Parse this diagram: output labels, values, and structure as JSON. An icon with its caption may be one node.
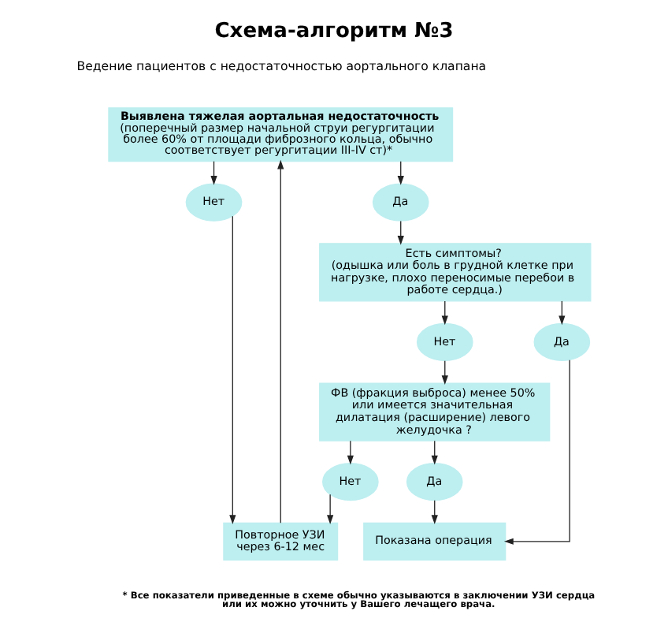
{
  "diagram": {
    "title": "Схема-алгоритм №3",
    "caption": "* Все показатели приведенные в схеме обычно указываются в заключении УЗИ сердца или их можно уточнить у Вашего лечащего врача.",
    "nodes": [
      {
        "text": [
          "Выявлена тяжелая аортальная недостаточность",
          "(поперечный размер начальной струи регургитации более 60% от площади фиброзного кольца, обычно соответствует регургитации III-IV ст)*"
        ]
      },
      {
        "text": [
          "Нет"
        ]
      },
      {
        "text": [
          "Да"
        ]
      },
      {
        "text": [
          "Есть симптомы?",
          "(одышка или боль в грудной клетке при нагрузке, плохо переносимые перебои в работе сердца.)"
        ]
      },
      {
        "text": [
          "Нет"
        ]
      },
      {
        "text": [
          "Да"
        ]
      },
      {
        "text": [
          "ФВ (фракция выброса) менее 50% или имеется значительная дилатация (расширение) левого желудочка ?"
        ]
      },
      {
        "text": [
          "Нет"
        ]
      },
      {
        "text": [
          "Да"
        ]
      },
      {
        "text": [
          "Повторное УЗИ через 6-12 мес"
        ]
      },
      {
        "text": [
          "Показана операция"
        ]
      }
    ],
    "edges": [
      {
        "from": 0,
        "to": 1,
        "arrow": "to"
      },
      {
        "from": 0,
        "to": 2,
        "arrow": "to"
      },
      {
        "from": 1,
        "to": 9,
        "arrow": "to"
      },
      {
        "from": 2,
        "to": 3,
        "arrow": "to"
      },
      {
        "from": 3,
        "to": 4,
        "arrow": "to"
      },
      {
        "from": 3,
        "to": 5,
        "arrow": "to"
      },
      {
        "from": 4,
        "to": 6,
        "arrow": "to"
      },
      {
        "from": 5,
        "to": 10,
        "arrow": "to"
      },
      {
        "from": 6,
        "to": 7,
        "arrow": "to"
      },
      {
        "from": 6,
        "to": 8,
        "arrow": "to"
      },
      {
        "from": 7,
        "to": 9,
        "arrow": "to"
      },
      {
        "from": 8,
        "to": 10,
        "arrow": "to"
      },
      {
        "from": 9,
        "to": 0,
        "arrow": "to"
      }
    ],
    "labels": [
      "Ведение пациентов с недостаточностью аортального клапана"
    ]
  }
}
